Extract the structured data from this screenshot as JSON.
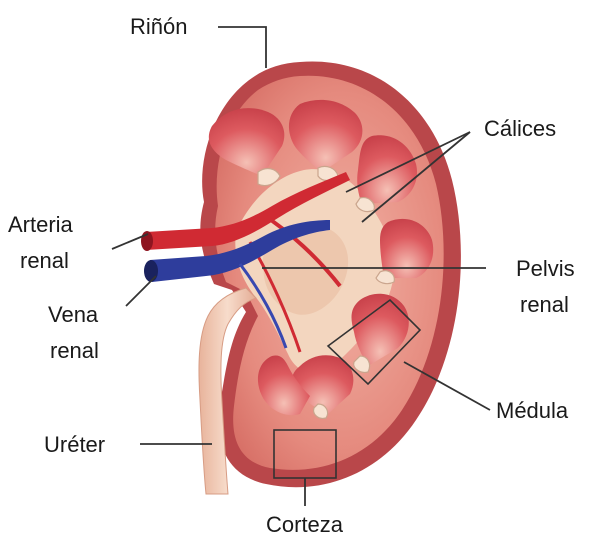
{
  "labels": {
    "rinon": "Riñón",
    "calices": "Cálices",
    "arteria_line1": "Arteria",
    "arteria_line2": "renal",
    "vena_line1": "Vena",
    "vena_line2": "renal",
    "pelvis_line1": "Pelvis",
    "pelvis_line2": "renal",
    "ureter": "Uréter",
    "medula": "Médula",
    "corteza": "Corteza"
  },
  "colors": {
    "capsule": "#b9474a",
    "cortex": "#e58a7e",
    "cortex_light": "#f1ada0",
    "medulla": "#d2474f",
    "pelvis": "#f3d6bf",
    "artery": "#d02a33",
    "vein": "#2e3d9c",
    "ureter": "#f2c7b0",
    "leader": "#333333"
  }
}
